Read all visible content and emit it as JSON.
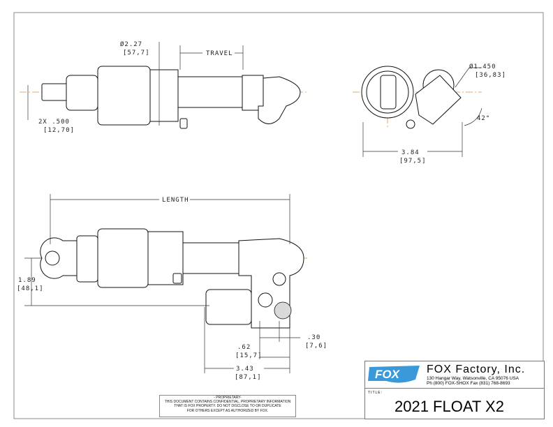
{
  "dimensions": {
    "body_dia": {
      "in": "Ø2.27",
      "mm": "[57,7]"
    },
    "travel": "TRAVEL",
    "eye_width": {
      "in": "2X .500",
      "mm": "[12,70]"
    },
    "reservoir_dia": {
      "in": "Ø1.450",
      "mm": "[36,83]"
    },
    "angle": "42°",
    "end_width": {
      "in": "3.84",
      "mm": "[97,5]"
    },
    "length": "LENGTH",
    "reservoir_offset": {
      "in": "1.89",
      "mm": "[48,1]"
    },
    "dim_030": {
      "in": ".30",
      "mm": "[7,6]"
    },
    "dim_062": {
      "in": ".62",
      "mm": "[15,7]"
    },
    "dim_343": {
      "in": "3.43",
      "mm": "[87,1]"
    }
  },
  "proprietary": {
    "heading": "- PROPRIETARY-",
    "line1": "THIS DOCUMENT CONTAINS CONFIDENTIAL, PROPRIETARY INFORMATION",
    "line2": "THAT IS FOX PROPERTY.  DO NOT DISCLOSE TO OR DUPLICATE",
    "line3": "FOR OTHERS EXCEPT AS AUTHORIZED BY FOX."
  },
  "title_block": {
    "logo": "FOX",
    "company": "FOX  Factory,  Inc.",
    "address": "130 Hangar Way, Watsonville, CA 95076 USA",
    "phone": "Ph (800) FOX-SHOX    Fax (831) 768-8693",
    "title_label": "TITLE:",
    "title": "2021 FLOAT X2"
  },
  "colors": {
    "logo": "#3a9ad9",
    "centerline": "#e08a3c"
  }
}
